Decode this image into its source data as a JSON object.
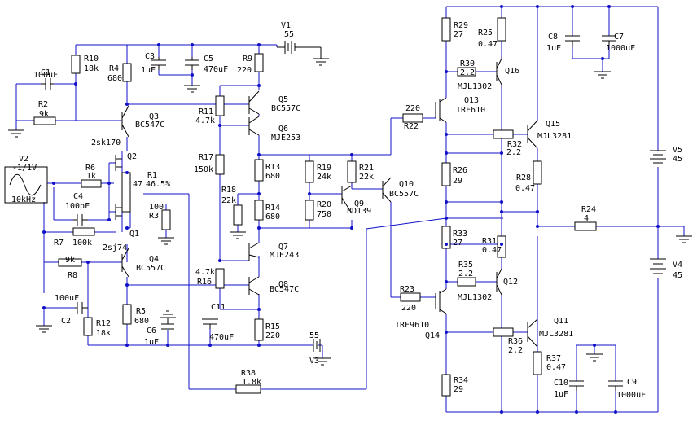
{
  "labels": [
    {
      "t": "C1"
    },
    {
      "t": "100uF"
    },
    {
      "t": "R10"
    },
    {
      "t": "18k"
    },
    {
      "t": "R4"
    },
    {
      "t": "680"
    },
    {
      "t": "C3"
    },
    {
      "t": "1uF"
    },
    {
      "t": "C5"
    },
    {
      "t": "470uF"
    },
    {
      "t": "R9"
    },
    {
      "t": "220"
    },
    {
      "t": "V1"
    },
    {
      "t": "55"
    },
    {
      "t": "R2"
    },
    {
      "t": "9k"
    },
    {
      "t": "Q3"
    },
    {
      "t": "BC547C"
    },
    {
      "t": "2sk170"
    },
    {
      "t": "Q2"
    },
    {
      "t": "V2"
    },
    {
      "t": "-1/1V"
    },
    {
      "t": "10kHz"
    },
    {
      "t": "R6"
    },
    {
      "t": "1k"
    },
    {
      "t": "C4"
    },
    {
      "t": "100pF"
    },
    {
      "t": "R1"
    },
    {
      "t": "46.5%"
    },
    {
      "t": "47"
    },
    {
      "t": "100"
    },
    {
      "t": "R3"
    },
    {
      "t": "R7"
    },
    {
      "t": "100k"
    },
    {
      "t": "Q1"
    },
    {
      "t": "2sj74"
    },
    {
      "t": "9k"
    },
    {
      "t": "R8"
    },
    {
      "t": "Q4"
    },
    {
      "t": "BC557C"
    },
    {
      "t": "100uF"
    },
    {
      "t": "C2"
    },
    {
      "t": "R12"
    },
    {
      "t": "18k"
    },
    {
      "t": "R5"
    },
    {
      "t": "680"
    },
    {
      "t": "C6"
    },
    {
      "t": "1uF"
    },
    {
      "t": "C11"
    },
    {
      "t": "470uF"
    },
    {
      "t": "R11"
    },
    {
      "t": "4.7k"
    },
    {
      "t": "Q5"
    },
    {
      "t": "BC557C"
    },
    {
      "t": "Q6"
    },
    {
      "t": "MJE253"
    },
    {
      "t": "R17"
    },
    {
      "t": "150k"
    },
    {
      "t": "R13"
    },
    {
      "t": "680"
    },
    {
      "t": "R18"
    },
    {
      "t": "22k"
    },
    {
      "t": "R14"
    },
    {
      "t": "680"
    },
    {
      "t": "Q7"
    },
    {
      "t": "MJE243"
    },
    {
      "t": "4.7k"
    },
    {
      "t": "R16"
    },
    {
      "t": "Q8"
    },
    {
      "t": "BC547C"
    },
    {
      "t": "R15"
    },
    {
      "t": "220"
    },
    {
      "t": "55"
    },
    {
      "t": "V3"
    },
    {
      "t": "R38"
    },
    {
      "t": "1.8k"
    },
    {
      "t": "R19"
    },
    {
      "t": "24k"
    },
    {
      "t": "R21"
    },
    {
      "t": "22k"
    },
    {
      "t": "R20"
    },
    {
      "t": "750"
    },
    {
      "t": "Q9"
    },
    {
      "t": "BD139"
    },
    {
      "t": "Q10"
    },
    {
      "t": "BC557C"
    },
    {
      "t": "220"
    },
    {
      "t": "R22"
    },
    {
      "t": "Q13"
    },
    {
      "t": "IRF610"
    },
    {
      "t": "R23"
    },
    {
      "t": "220"
    },
    {
      "t": "IRF9610"
    },
    {
      "t": "Q14"
    },
    {
      "t": "R29"
    },
    {
      "t": "27"
    },
    {
      "t": "R25"
    },
    {
      "t": "0.47"
    },
    {
      "t": "R30"
    },
    {
      "t": "2.2"
    },
    {
      "t": "MJL1302"
    },
    {
      "t": "Q16"
    },
    {
      "t": "C8"
    },
    {
      "t": "1uF"
    },
    {
      "t": "C7"
    },
    {
      "t": "1000uF"
    },
    {
      "t": "Q15"
    },
    {
      "t": "MJL3281"
    },
    {
      "t": "R32"
    },
    {
      "t": "2.2"
    },
    {
      "t": "R26"
    },
    {
      "t": "29"
    },
    {
      "t": "R28"
    },
    {
      "t": "0.47"
    },
    {
      "t": "V5"
    },
    {
      "t": "45"
    },
    {
      "t": "R24"
    },
    {
      "t": "4"
    },
    {
      "t": "R33"
    },
    {
      "t": "27"
    },
    {
      "t": "R31"
    },
    {
      "t": "0.47"
    },
    {
      "t": "R35"
    },
    {
      "t": "2.2"
    },
    {
      "t": "MJL1302"
    },
    {
      "t": "Q12"
    },
    {
      "t": "V4"
    },
    {
      "t": "45"
    },
    {
      "t": "Q11"
    },
    {
      "t": "MJL3281"
    },
    {
      "t": "R36"
    },
    {
      "t": "2.2"
    },
    {
      "t": "R37"
    },
    {
      "t": "0.47"
    },
    {
      "t": "C10"
    },
    {
      "t": "1uF"
    },
    {
      "t": "C9"
    },
    {
      "t": "1000uF"
    },
    {
      "t": "R34"
    },
    {
      "t": "29"
    }
  ],
  "colors": {
    "wire": "#1010c8",
    "component": "#000000",
    "background": "#ffffff"
  }
}
